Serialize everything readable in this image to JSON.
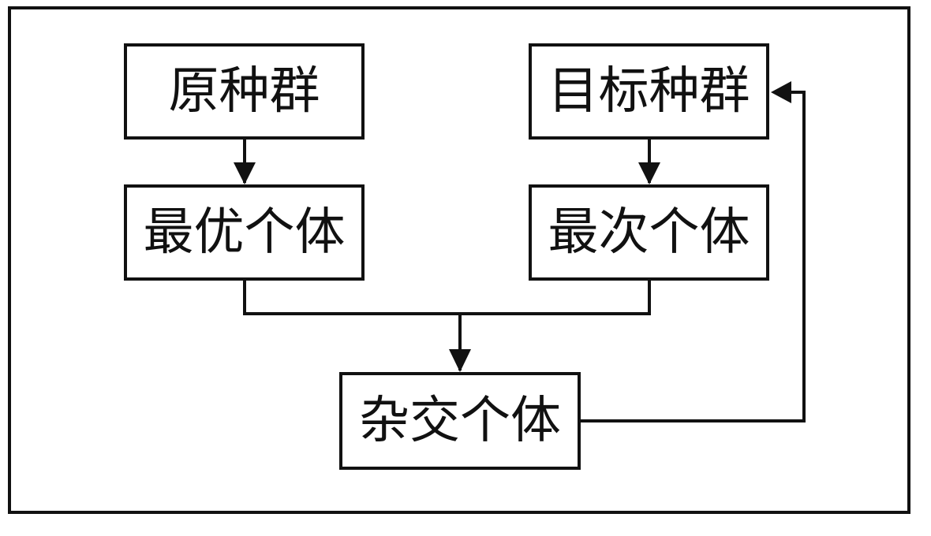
{
  "diagram": {
    "nodes": {
      "source_population": "原种群",
      "target_population": "目标种群",
      "best_individual": "最优个体",
      "second_best_individual": "最次个体",
      "hybrid_individual": "杂交个体"
    }
  }
}
